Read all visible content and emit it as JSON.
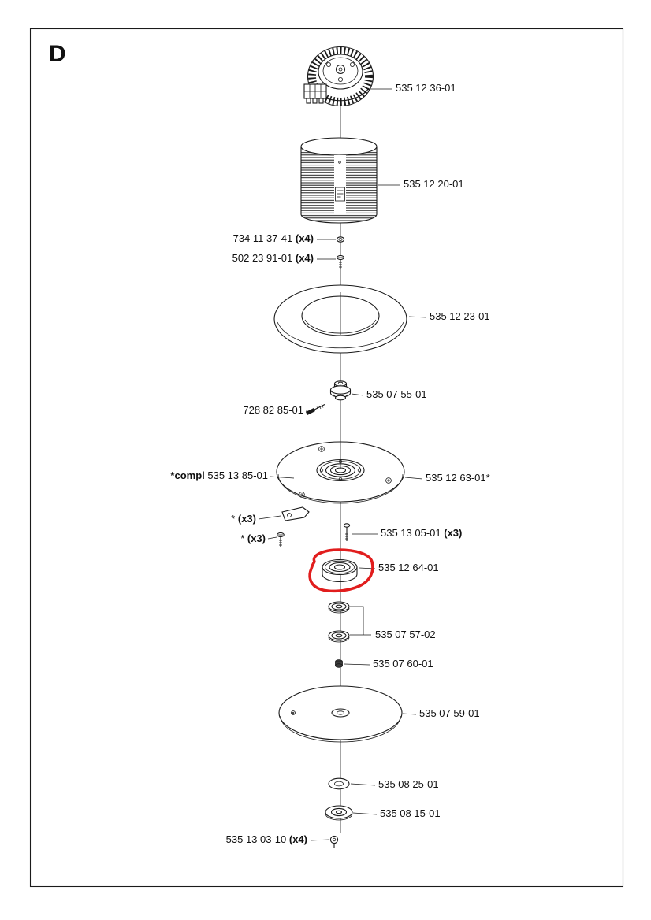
{
  "page": {
    "section_label": "D"
  },
  "colors": {
    "ink": "#1a1a1a",
    "annotation_red": "#e11d1d",
    "background": "#ffffff"
  },
  "labels": [
    {
      "name": "motor",
      "text": "535 12 36-01"
    },
    {
      "name": "stator-cylinder",
      "text": "535 12 20-01"
    },
    {
      "name": "washer-x4",
      "text": "734 11 37-41 ",
      "bold_suffix": "(x4)"
    },
    {
      "name": "screw-x4",
      "text": "502 23 91-01 ",
      "bold_suffix": "(x4)"
    },
    {
      "name": "ring-cover",
      "text": "535 12 23-01"
    },
    {
      "name": "hub",
      "text": "535 07 55-01"
    },
    {
      "name": "set-screw",
      "text": "728 82 85-01"
    },
    {
      "name": "compl-assembly",
      "bold_prefix": "*compl",
      "text": " 535 13 85-01"
    },
    {
      "name": "disc-plate",
      "text": "535 12 63-01*"
    },
    {
      "name": "clip-x3",
      "text": "* ",
      "bold_suffix": "(x3)"
    },
    {
      "name": "screw-x3",
      "text": "* ",
      "bold_suffix": "(x3)"
    },
    {
      "name": "screw-1305",
      "text": "535 13 05-01 ",
      "bold_suffix": "(x3)"
    },
    {
      "name": "bearing-circled",
      "text": "535 12 64-01"
    },
    {
      "name": "bearing-pair",
      "text": "535 07 57-02"
    },
    {
      "name": "spacer",
      "text": "535 07 60-01"
    },
    {
      "name": "blade-disc",
      "text": "535 07 59-01"
    },
    {
      "name": "washer-0825",
      "text": "535 08 25-01"
    },
    {
      "name": "flange-washer",
      "text": "535 08 15-01"
    },
    {
      "name": "screw-x4-bottom",
      "text": "535 13 03-10 ",
      "bold_suffix": "(x4)"
    }
  ]
}
